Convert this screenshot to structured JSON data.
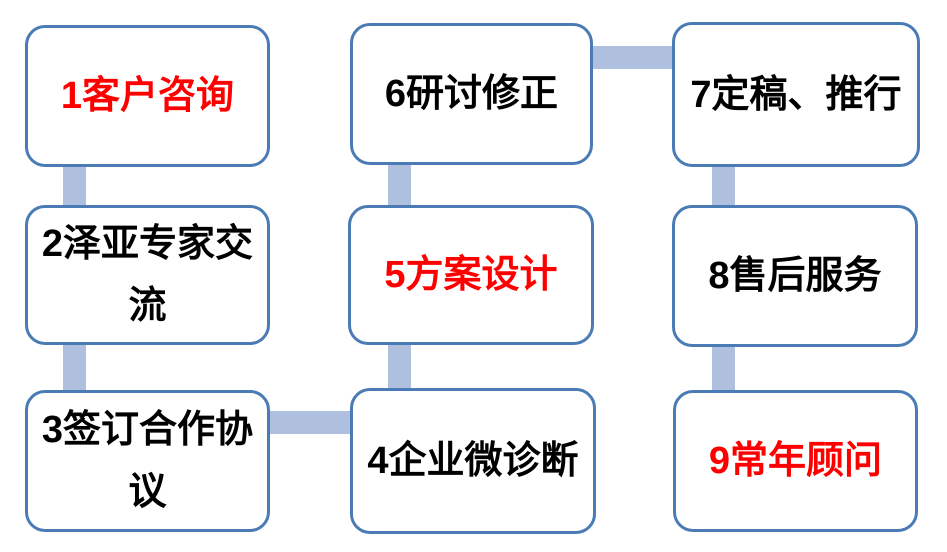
{
  "diagram": {
    "type": "flowchart",
    "description": "9-step serpentine process flow",
    "colors": {
      "box_border": "#4a7bb5",
      "box_fill": "#ffffff",
      "connector_fill": "#aec0dd",
      "text_default": "#000000",
      "text_highlight": "#ff0000"
    },
    "boxes": [
      {
        "id": 1,
        "label": "1客户咨询",
        "emphasis": "red"
      },
      {
        "id": 2,
        "label": "2泽亚专家交流",
        "emphasis": "black"
      },
      {
        "id": 3,
        "label": "3签订合作协议",
        "emphasis": "black"
      },
      {
        "id": 4,
        "label": "4企业微诊断",
        "emphasis": "black"
      },
      {
        "id": 5,
        "label": "5方案设计",
        "emphasis": "red"
      },
      {
        "id": 6,
        "label": "6研讨修正",
        "emphasis": "black"
      },
      {
        "id": 7,
        "label": "7定稿、推行",
        "emphasis": "black"
      },
      {
        "id": 8,
        "label": "8售后服务",
        "emphasis": "black"
      },
      {
        "id": 9,
        "label": "9常年顾问",
        "emphasis": "red"
      }
    ],
    "connections": [
      {
        "from": 1,
        "to": 2,
        "direction": "down"
      },
      {
        "from": 2,
        "to": 3,
        "direction": "down"
      },
      {
        "from": 3,
        "to": 4,
        "direction": "right"
      },
      {
        "from": 4,
        "to": 5,
        "direction": "up"
      },
      {
        "from": 5,
        "to": 6,
        "direction": "up"
      },
      {
        "from": 6,
        "to": 7,
        "direction": "right"
      },
      {
        "from": 7,
        "to": 8,
        "direction": "down"
      },
      {
        "from": 8,
        "to": 9,
        "direction": "down"
      }
    ]
  }
}
